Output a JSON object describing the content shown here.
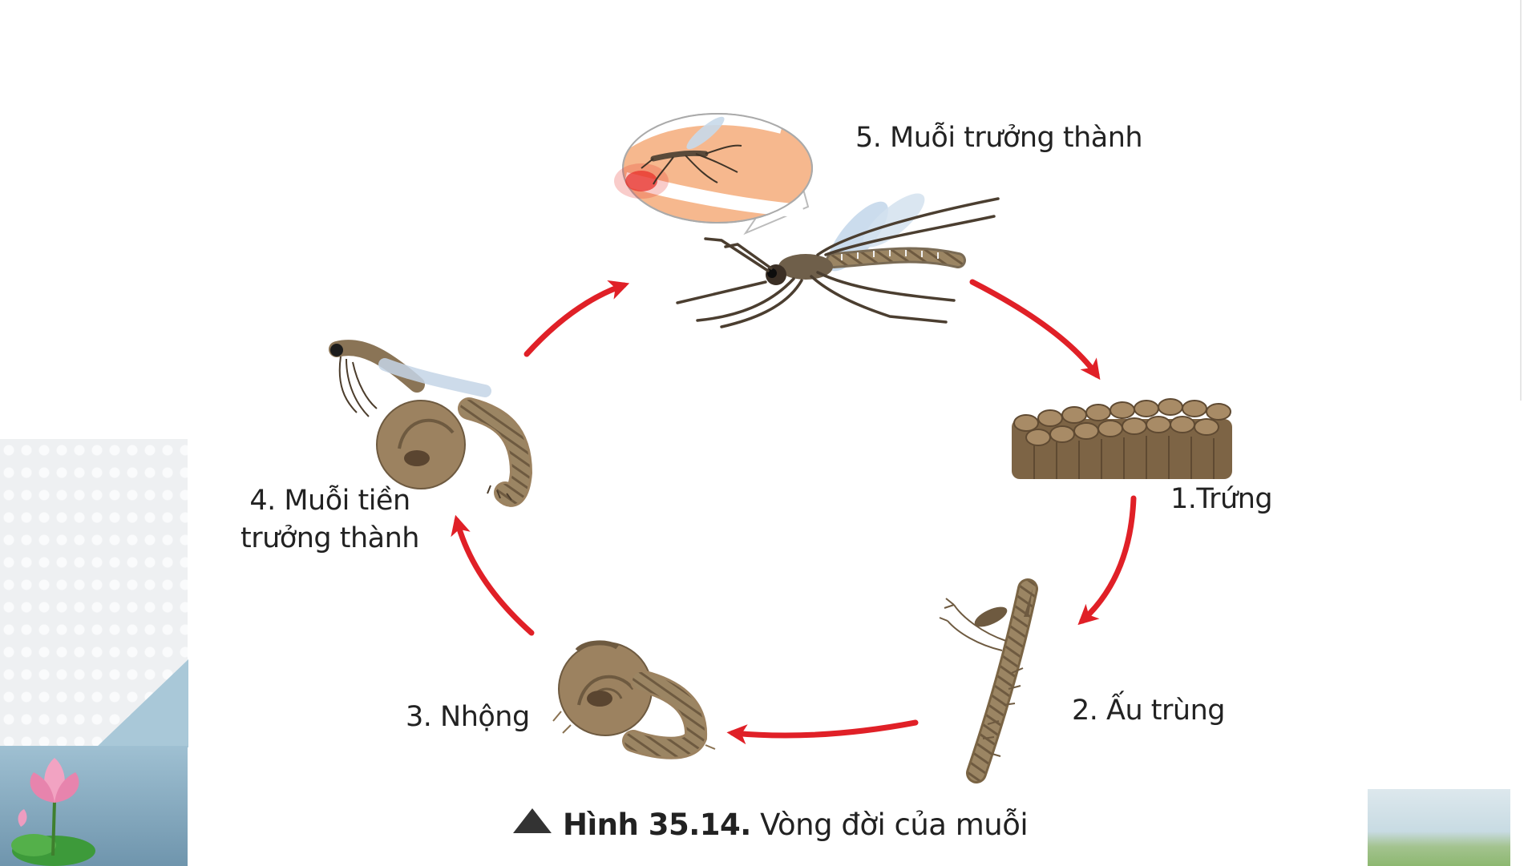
{
  "diagram": {
    "stages": {
      "egg": "1.Trứng",
      "larva": "2. Ấu trùng",
      "pupa": "3. Nhộng",
      "emerging_line1": "4. Muỗi tiền",
      "emerging_line2": "trưởng thành",
      "adult": "5. Muỗi trưởng thành"
    },
    "caption": {
      "figure_number": "Hình 35.14.",
      "title": "Vòng đời của muỗi"
    },
    "arrow_color": "#e02027",
    "icons": [
      "egg-raft-icon",
      "larva-icon",
      "pupa-icon",
      "emerging-mosquito-icon",
      "adult-mosquito-icon",
      "mosquito-biting-skin-icon",
      "lotus-flower-icon"
    ]
  }
}
